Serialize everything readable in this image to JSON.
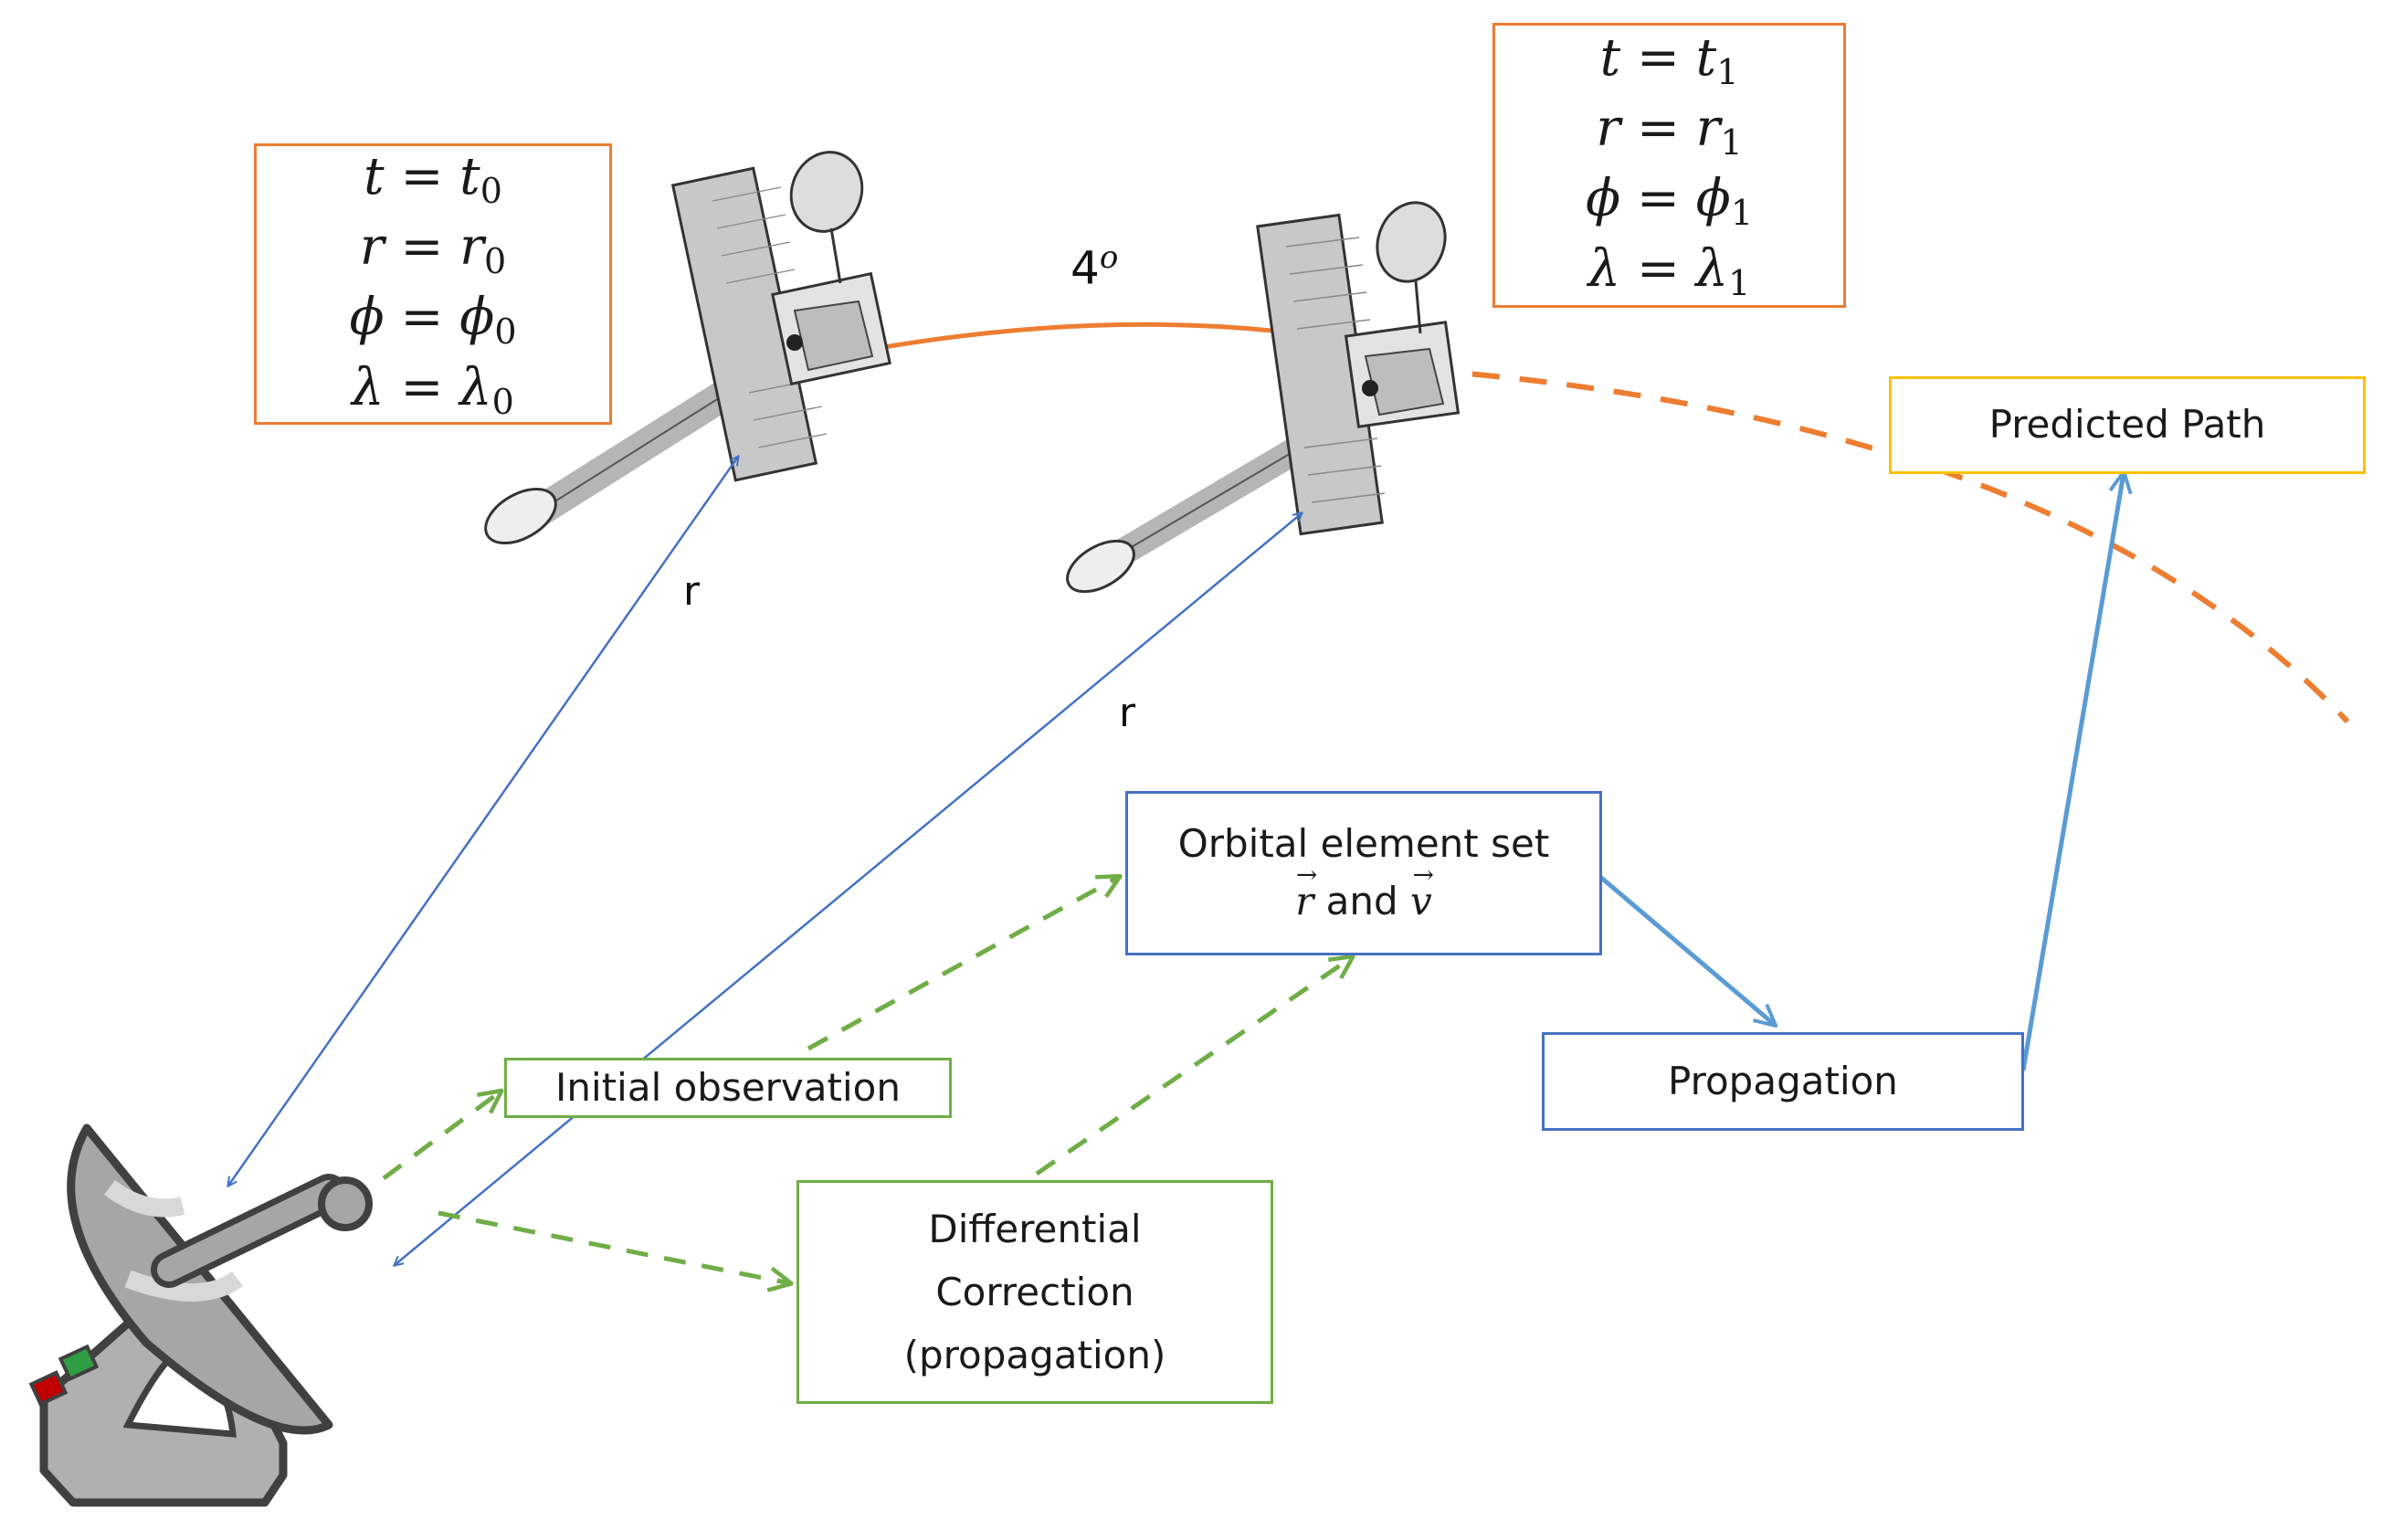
{
  "state_t0": {
    "line1": {
      "lhs": "t",
      "rhs": "t",
      "sub": "0"
    },
    "line2": {
      "lhs": "r",
      "rhs": "r",
      "sub": "0"
    },
    "line3": {
      "lhs": "ϕ",
      "rhs": "ϕ",
      "sub": "0"
    },
    "line4": {
      "lhs": "λ",
      "rhs": "λ",
      "sub": "0"
    }
  },
  "state_t1": {
    "line1": {
      "lhs": "t",
      "rhs": "t",
      "sub": "1"
    },
    "line2": {
      "lhs": "r",
      "rhs": "r",
      "sub": "1"
    },
    "line3": {
      "lhs": "ϕ",
      "rhs": "ϕ",
      "sub": "1"
    },
    "line4": {
      "lhs": "λ",
      "rhs": "λ",
      "sub": "1"
    }
  },
  "equals": "=",
  "angle_label": {
    "value": "4",
    "sup": "o"
  },
  "range_label_1": "r",
  "range_label_2": "r",
  "predicted_path": "Predicted Path",
  "orbital_element_set": {
    "line1": "Orbital element set",
    "r_symbol": "r",
    "and_word": "and",
    "v_symbol": "v"
  },
  "propagation": "Propagation",
  "initial_observation": "Initial observation",
  "differential_correction": {
    "line1": "Differential",
    "line2": "Correction",
    "line3": "(propagation)"
  },
  "colors": {
    "orbit_orange": "#ed7d31",
    "observation_blue": "#4472c4",
    "flow_blue": "#5b9bd5",
    "dashed_green": "#70ad47",
    "predicted_box_yellow": "#ffc000",
    "station_gray": "#a6a6a6"
  },
  "icons": [
    "satellite-icon",
    "ground-station-dish-icon"
  ]
}
